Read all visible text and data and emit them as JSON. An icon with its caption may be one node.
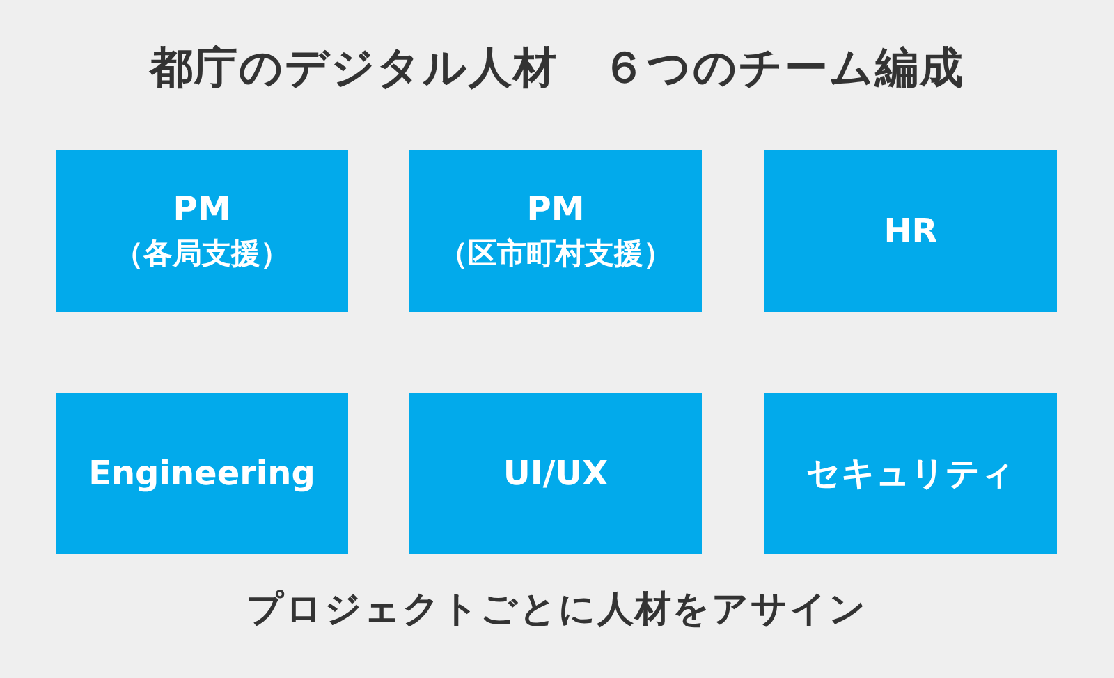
{
  "diagram": {
    "title": "都庁のデジタル人材　６つのチーム編成",
    "nodes": [
      {
        "text": [
          "PM",
          "（各局支援）"
        ]
      },
      {
        "text": [
          "PM",
          "（区市町村支援）"
        ]
      },
      {
        "text": [
          "HR"
        ]
      },
      {
        "text": [
          "Engineering"
        ]
      },
      {
        "text": [
          "UI/UX"
        ]
      },
      {
        "text": [
          "セキュリティ"
        ]
      }
    ],
    "caption": "プロジェクトごとに人材をアサイン"
  }
}
